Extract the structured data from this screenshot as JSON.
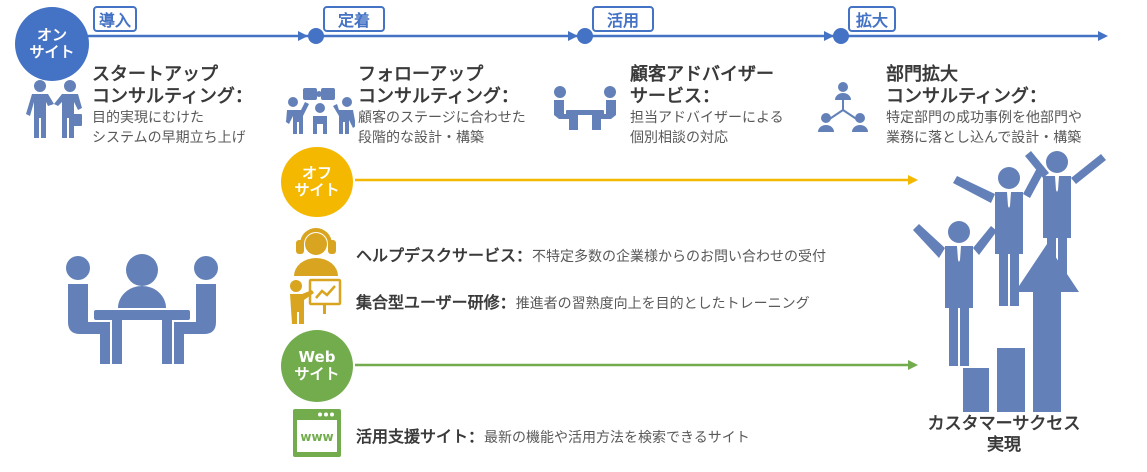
{
  "onsite": {
    "badge": "オン\nサイト",
    "stages": [
      {
        "label": "導入",
        "title": "スタートアップ\nコンサルティング：",
        "desc": "目的実現にむけた\nシステムの早期立ち上げ",
        "icon": "business-handshake-icon"
      },
      {
        "label": "定着",
        "title": "フォローアップ\nコンサルティング：",
        "desc": "顧客のステージに合わせた\n段階的な設計・構築",
        "icon": "team-puzzle-icon"
      },
      {
        "label": "活用",
        "title": "顧客アドバイザー\nサービス：",
        "desc": "担当アドバイザーによる\n個別相談の対応",
        "icon": "meeting-table-icon"
      },
      {
        "label": "拡大",
        "title": "部門拡大\nコンサルティング：",
        "desc": "特定部門の成功事例を他部門や\n業務に落とし込んで設計・構築",
        "icon": "org-network-icon"
      }
    ]
  },
  "offsite": {
    "badge": "オフ\nサイト",
    "services": [
      {
        "title": "ヘルプデスクサービス：",
        "desc": "不特定多数の企業様からのお問い合わせの受付",
        "icon": "headset-operator-icon"
      },
      {
        "title": "集合型ユーザー研修：",
        "desc": "推進者の習熟度向上を目的としたトレーニング",
        "icon": "presentation-trainer-icon"
      }
    ]
  },
  "web": {
    "badge": "Web\nサイト",
    "services": [
      {
        "title": "活用支援サイト：",
        "desc": "最新の機能や活用方法を検索できるサイト",
        "icon": "www-browser-icon"
      }
    ]
  },
  "goal": {
    "label": "カスタマーサクセス\n実現",
    "icon": "celebrating-team-growth-icon"
  },
  "colors": {
    "blue": "#4472C4",
    "icon_blue": "#6381B8",
    "orange": "#F5B800",
    "green": "#72AC4D",
    "gold": "#D9A521"
  }
}
